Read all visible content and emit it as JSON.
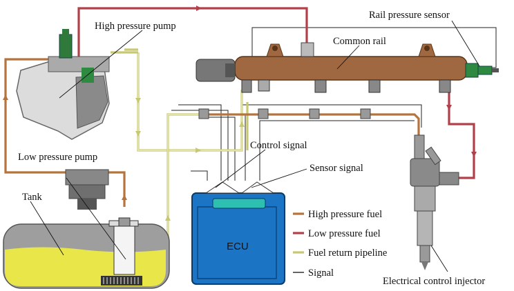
{
  "labels": {
    "high_pressure_pump": "High pressure pump",
    "low_pressure_pump": "Low pressure pump",
    "tank": "Tank",
    "common_rail": "Common rail",
    "rail_pressure_sensor": "Rail pressure sensor",
    "control_signal": "Control signal",
    "sensor_signal": "Sensor signal",
    "ecu": "ECU",
    "injector": "Electrical control injector"
  },
  "legend": [
    {
      "label": "High pressure fuel",
      "color": "#b5733d"
    },
    {
      "label": "Low pressure fuel",
      "color": "#b0404a"
    },
    {
      "label": "Fuel return pipeline",
      "color": "#c8c873"
    },
    {
      "label": "Signal",
      "color": "#222222"
    }
  ]
}
